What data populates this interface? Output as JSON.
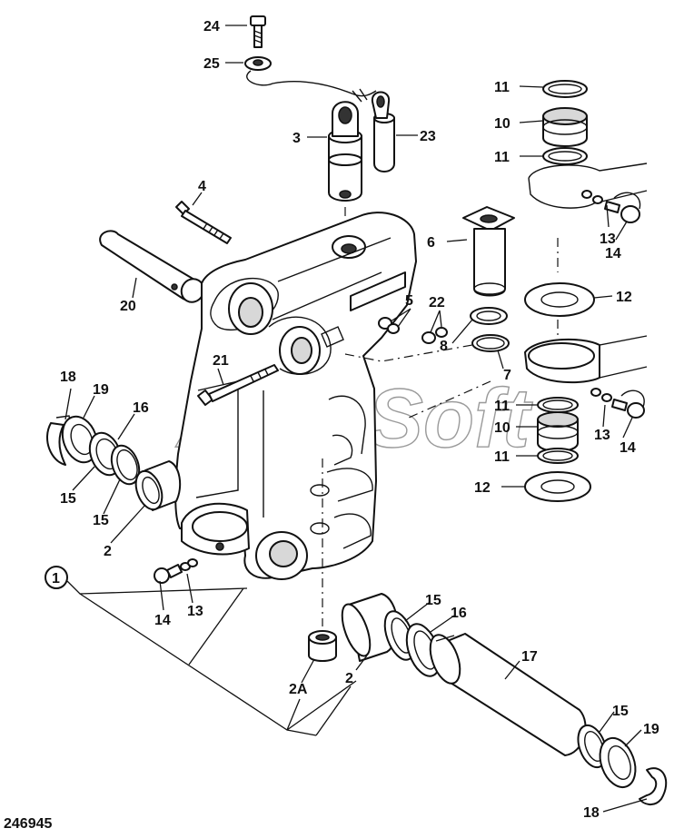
{
  "diagram": {
    "reference_number": "246945",
    "watermark": "AutoSoft",
    "callouts": {
      "c24": "24",
      "c25": "25",
      "c3": "3",
      "c23": "23",
      "c4": "4",
      "c20": "20",
      "c6": "6",
      "c5": "5",
      "c22": "22",
      "c8": "8",
      "c7": "7",
      "c21": "21",
      "c11a": "11",
      "c10a": "10",
      "c11b": "11",
      "c13a": "13",
      "c14a": "14",
      "c12a": "12",
      "c11c": "11",
      "c10b": "10",
      "c11d": "11",
      "c13b": "13",
      "c14b": "14",
      "c12b": "12",
      "c18a": "18",
      "c19a": "19",
      "c16a": "16",
      "c15a": "15",
      "c15b": "15",
      "c2a": "2",
      "c1": "1",
      "c14c": "14",
      "c13c": "13",
      "c2A": "2A",
      "c2b": "2",
      "c15c": "15",
      "c16b": "16",
      "c17": "17",
      "c15d": "15",
      "c19b": "19",
      "c18b": "18"
    }
  }
}
